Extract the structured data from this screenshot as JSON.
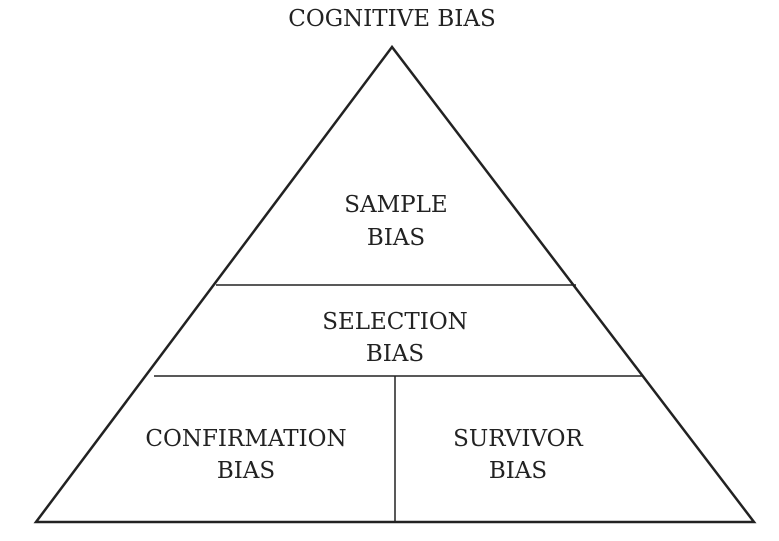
{
  "diagram": {
    "title": "COGNITIVE BIAS",
    "tiers": {
      "top": {
        "line1": "SAMPLE",
        "line2": "BIAS"
      },
      "middle": {
        "line1": "SELECTION",
        "line2": "BIAS"
      },
      "bottom_left": {
        "line1": "CONFIRMATION",
        "line2": "BIAS"
      },
      "bottom_right": {
        "line1": "SURVIVOR",
        "line2": "BIAS"
      }
    },
    "colors": {
      "stroke": "#222222",
      "text": "#222222",
      "background": "#ffffff"
    }
  }
}
